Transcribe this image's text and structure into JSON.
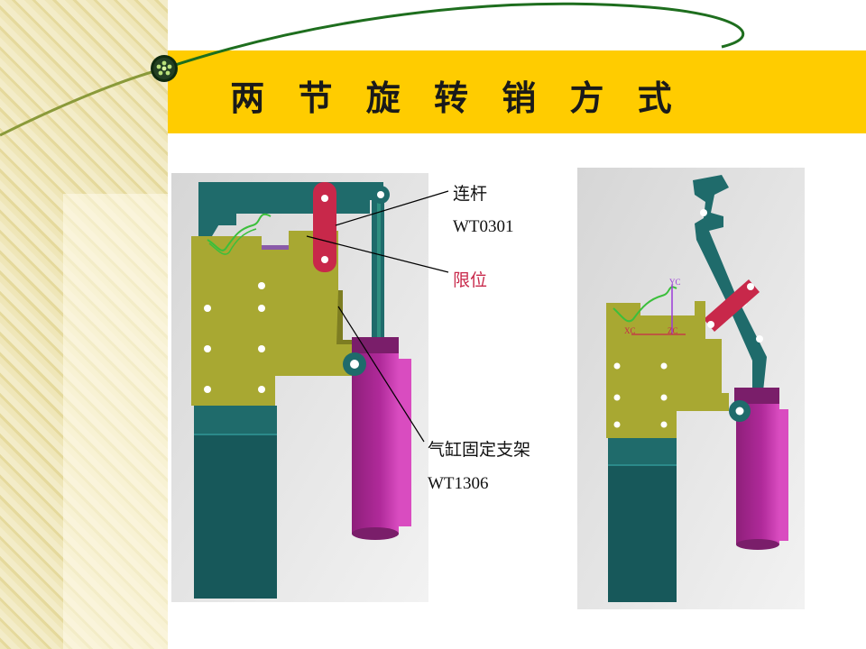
{
  "slide": {
    "title": "两 节 旋 转 销 方 式"
  },
  "labels": {
    "link_name": "连杆",
    "link_code": "WT0301",
    "limit": "限位",
    "bracket_name": "气缸固定支架",
    "bracket_code": "WT1306"
  },
  "axis_marks": {
    "yc": "YC",
    "xc": "XC",
    "zc": "ZC"
  },
  "colors": {
    "title_bar": "#ffcc00",
    "link_red": "#c8284a",
    "bracket_olive": "#a8a832",
    "base_teal": "#1f6b6b",
    "cylinder_magenta": "#b02a9a",
    "green_line": "#1e6e1e"
  }
}
